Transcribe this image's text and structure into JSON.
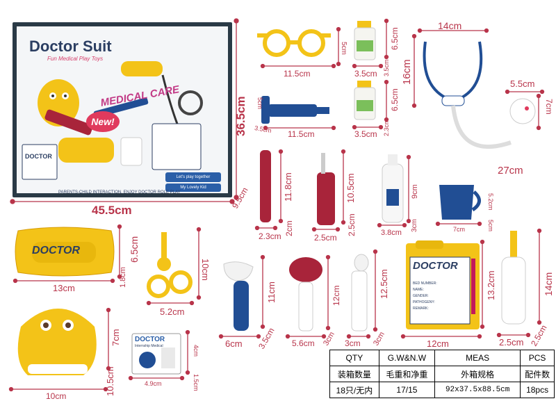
{
  "box": {
    "title": "Doctor Suit",
    "subtitle": "Fun Medical Play Toys",
    "badge": "New!",
    "medical_care": "MEDICAL CARE",
    "lets_play": "Let's play together",
    "lovely_kid": "My Lovely Kid",
    "footer": "PARENTS-CHILD INTERACTION, ENJOY DOCTOR ROLE PLAY",
    "width_label": "45.5cm",
    "height_label": "36.5cm",
    "depth_label": "9.5cm"
  },
  "items": {
    "glasses": {
      "w": "11.5cm",
      "h": "5cm"
    },
    "bottle1": {
      "w": "3.5cm",
      "h": "6.5cm",
      "d": "3.5cm"
    },
    "bottle2": {
      "w": "3.5cm",
      "h": "6.5cm",
      "d": "2.3cm"
    },
    "syringe": {
      "w": "11.5cm",
      "h": "5cm",
      "d": "3.5cm"
    },
    "stethoscope": {
      "w": "14cm",
      "h": "16cm",
      "len": "27cm",
      "head_w": "5.5cm",
      "head_h": "7cm"
    },
    "toothbrush": {
      "h": "11.8cm",
      "w": "2.3cm",
      "d": "2cm"
    },
    "dropper": {
      "h": "10.5cm",
      "w": "2.5cm",
      "d": "2.5cm"
    },
    "lotion": {
      "h": "9cm",
      "w": "3.8cm",
      "d": "3cm"
    },
    "cup": {
      "w": "7cm",
      "h": "5.2cm",
      "d": "5cm"
    },
    "tray": {
      "w": "13cm",
      "h": "6.5cm",
      "d": "1.8cm"
    },
    "scissors": {
      "h": "10cm",
      "w": "5.2cm"
    },
    "otoscope": {
      "h": "11cm",
      "w": "6cm",
      "d": "3.5cm"
    },
    "mirror": {
      "h": "12cm",
      "w": "5.6cm",
      "d": "3cm"
    },
    "spray": {
      "h": "12.5cm",
      "w": "3cm",
      "d": "3cm"
    },
    "clipboard": {
      "h": "13.2cm",
      "w": "12cm"
    },
    "thermometer": {
      "h": "14cm",
      "w": "2.5cm",
      "d": "2.5cm"
    },
    "teeth": {
      "h": "7cm",
      "w": "10cm",
      "d": "10.5cm"
    },
    "card": {
      "h": "4cm",
      "w": "4.9cm",
      "d": "1.5cm"
    }
  },
  "clipboard_text": {
    "title": "DOCTOR",
    "lines": [
      "BED NUMBER:",
      "NAME:",
      "GENDER:",
      "PATHOGENY:",
      "REMARK:"
    ]
  },
  "card_text": {
    "title": "DOCTOR",
    "subtitle": "Internship Medical"
  },
  "tray_text": "DOCTOR",
  "spec_table": {
    "headers_en": [
      "QTY",
      "G.W&N.W",
      "MEAS",
      "PCS"
    ],
    "headers_zh": [
      "装箱数量",
      "毛重和净重",
      "外箱规格",
      "配件数"
    ],
    "values": [
      "18只/无内",
      "17/15",
      "92x37.5x88.5cm",
      "18pcs"
    ]
  },
  "colors": {
    "dimension": "#b8344a",
    "navy": "#2b3e62",
    "yellow": "#f3c318",
    "red": "#a8243a",
    "blue": "#214e94"
  }
}
